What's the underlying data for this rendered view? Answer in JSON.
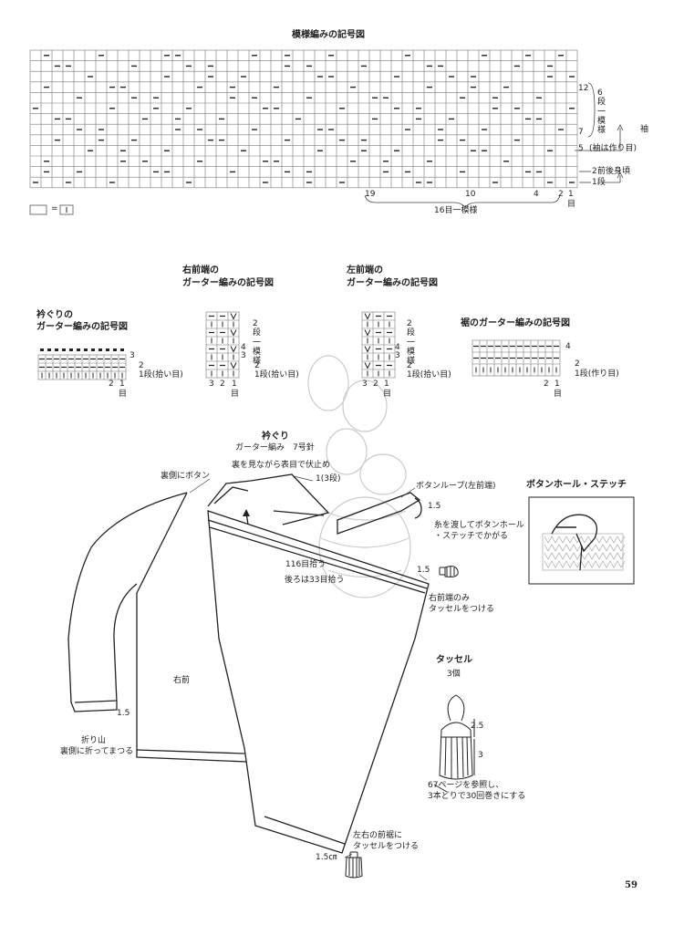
{
  "pattern_chart": {
    "title": "模様編みの記号図",
    "legend_box": "=",
    "row_labels": [
      "12",
      "7",
      "5",
      "2",
      "1段"
    ],
    "side_labels": {
      "rep": "6段一模様",
      "sleeve_arrow": "袖",
      "sleeve_note": "(袖は作り目)",
      "front_back": "前後身頃"
    },
    "col_labels": [
      "19",
      "10",
      "4",
      "2",
      "1",
      "目"
    ],
    "repeat_label": "16目一模様"
  },
  "collar_chart": {
    "title_line1": "衿ぐりの",
    "title_line2": "ガーター編みの記号図",
    "row_labels": [
      "3",
      "2",
      "1段(拾い目)"
    ],
    "col_labels": [
      "2",
      "1",
      "目"
    ]
  },
  "right_front_chart": {
    "title_line1": "右前端の",
    "title_line2": "ガーター編みの記号図",
    "row_labels": [
      "4",
      "3",
      "2",
      "1段(拾い目)"
    ],
    "rep_label": "2段一模様",
    "col_labels": [
      "3",
      "2",
      "1",
      "目"
    ]
  },
  "left_front_chart": {
    "title_line1": "左前端の",
    "title_line2": "ガーター編みの記号図",
    "row_labels": [
      "4",
      "3",
      "2",
      "1段(拾い目)"
    ],
    "rep_label": "2段一模様",
    "col_labels": [
      "3",
      "2",
      "1",
      "目"
    ]
  },
  "hem_chart": {
    "title": "裾のガーター編みの記号図",
    "row_labels": [
      "4",
      "2",
      "1段(作り目)"
    ],
    "col_labels": [
      "2",
      "1",
      "目"
    ]
  },
  "main_diagram": {
    "collar_title": "衿ぐり",
    "collar_sub": "ガーター編み　7号針",
    "collar_note": "裏を見ながら表目で伏止め",
    "collar_rows": "1(3段)",
    "button_back": "裏側にボタン",
    "button_loop": "ボタンループ(左前端)",
    "loop_size": "1.5",
    "loop_note1": "糸を渡してボタンホール",
    "loop_note2": "・ステッチでかがる",
    "pickup_1": "116目拾う",
    "pickup_2": "後ろは33目拾う",
    "tassel_top_size": "1.5",
    "tassel_right_note1": "右前端のみ",
    "tassel_right_note2": "タッセルをつける",
    "right_front": "右前",
    "cuff_size": "1.5",
    "fold_1": "折り山",
    "fold_2": "裏側に折ってまつる",
    "hem_note1": "左右の前裾に",
    "hem_note2": "タッセルをつける",
    "hem_size": "1.5㎝"
  },
  "buttonhole": {
    "title": "ボタンホール・ステッチ"
  },
  "tassel": {
    "title": "タッセル",
    "count": "3個",
    "size_top": "2.5",
    "size_bottom": "3",
    "note1": "67ページを参照し、",
    "note2": "3本どりで30回巻きにする"
  },
  "page_number": "59"
}
